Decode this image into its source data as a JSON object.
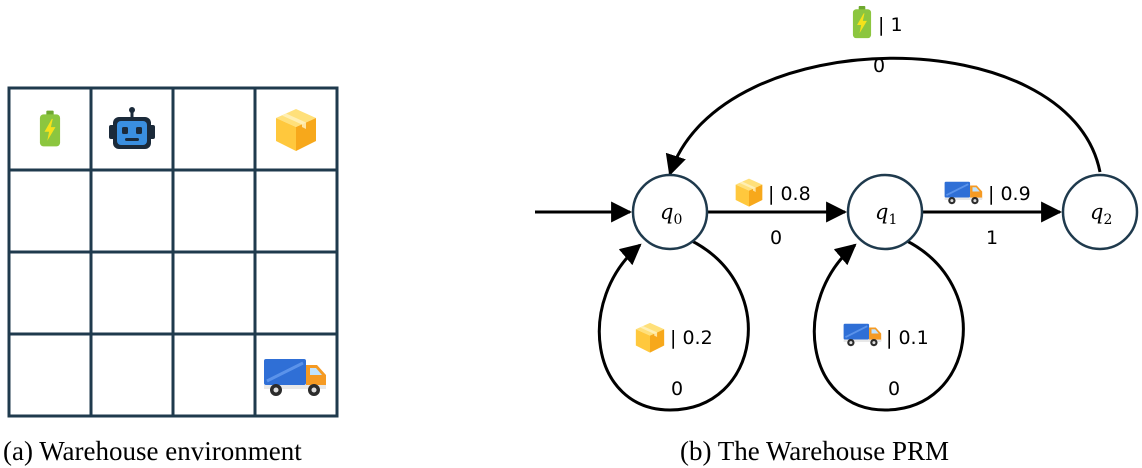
{
  "captions": {
    "left": "(a) Warehouse environment",
    "right": "(b) The Warehouse PRM"
  },
  "grid": {
    "rows": 4,
    "cols": 4,
    "line_color": "#1f3a4d",
    "items": [
      {
        "name": "battery-icon",
        "row": 0,
        "col": 0
      },
      {
        "name": "robot-icon",
        "row": 0,
        "col": 1
      },
      {
        "name": "package-icon",
        "row": 0,
        "col": 3
      },
      {
        "name": "truck-icon",
        "row": 3,
        "col": 3
      }
    ]
  },
  "states": [
    {
      "name": "q0",
      "base": "q",
      "sub": "0"
    },
    {
      "name": "q1",
      "base": "q",
      "sub": "1"
    },
    {
      "name": "q2",
      "base": "q",
      "sub": "2"
    }
  ],
  "transitions": {
    "q0_self": {
      "icon": "package-icon",
      "prob": "| 0.2",
      "reward": "0"
    },
    "q0_q1": {
      "icon": "package-icon",
      "prob": "| 0.8",
      "reward": "0"
    },
    "q1_self": {
      "icon": "truck-icon",
      "prob": "| 0.1",
      "reward": "0"
    },
    "q1_q2": {
      "icon": "truck-icon",
      "prob": "| 0.9",
      "reward": "1"
    },
    "q2_q0": {
      "icon": "battery-icon",
      "prob": "| 1",
      "reward": "0"
    }
  },
  "colors": {
    "battery": "#8cc63f",
    "battery_bolt": "#f5e21b",
    "robot_face": "#3a8fe0",
    "robot_dark": "#1b2a3a",
    "package_top": "#ffd54a",
    "package_side": "#f7a81b",
    "truck_body": "#2f6fd6",
    "truck_cab": "#f59a23"
  }
}
